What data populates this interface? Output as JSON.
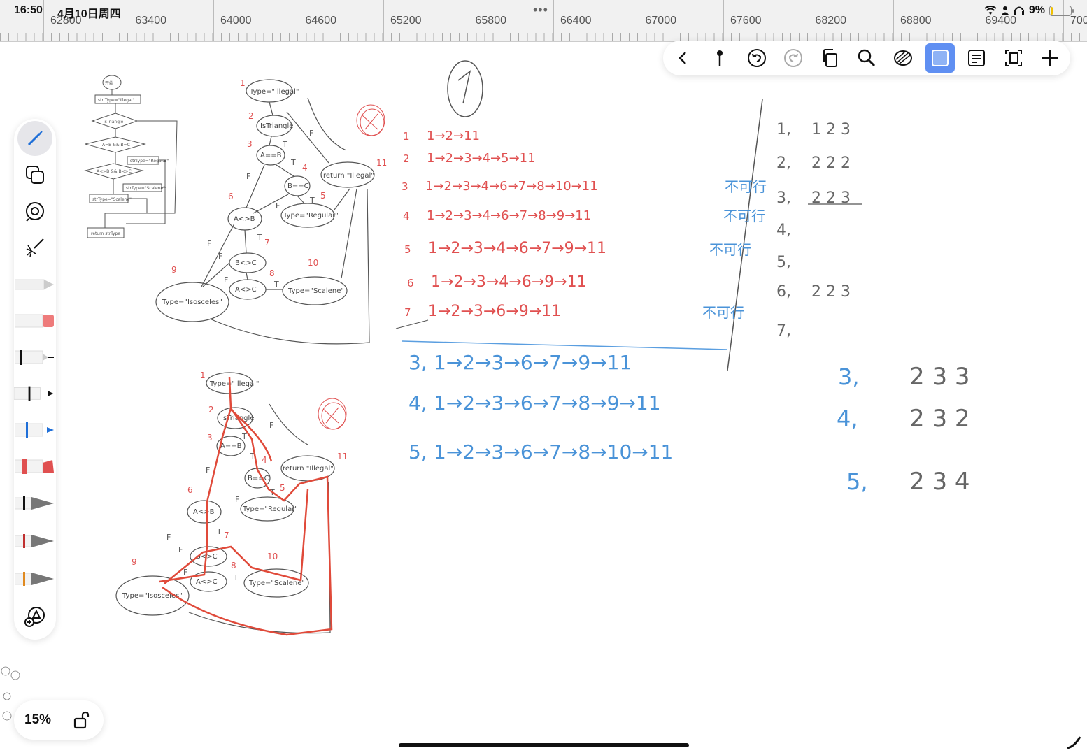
{
  "status": {
    "time": "16:50",
    "date": "4月10日周四",
    "battery": "9%",
    "battery_fraction": 0.09
  },
  "ruler": {
    "labels": [
      "62800",
      "63400",
      "64000",
      "64600",
      "65200",
      "65800",
      "66400",
      "67000",
      "67600",
      "68200",
      "68800",
      "69400",
      "700"
    ]
  },
  "toolbar": {
    "items": [
      "back-icon",
      "pin-icon",
      "undo-icon",
      "redo-icon",
      "pages-icon",
      "search-icon",
      "lasso-icon",
      "color-icon",
      "page-list-icon",
      "export-icon",
      "add-icon"
    ],
    "accent": "#5f8ff2"
  },
  "left_tools": [
    "pen-icon",
    "shapes-icon",
    "eraser-icon",
    "laser-icon",
    "pencil-white",
    "marker-pink",
    "pen-black-thin",
    "pen-black",
    "pen-blue",
    "marker-red",
    "fountain-pen-black",
    "fountain-pen-red",
    "fountain-pen-orange",
    "add-tool-icon"
  ],
  "zoom": {
    "label": "15%"
  },
  "notes": {
    "circle_number": "1",
    "flow_labels": {
      "type_illegal": "Type=\"Illegal\"",
      "is_triangle": "IsTriangle",
      "a_eq_b": "A==B",
      "b_eq_c": "B==C",
      "return_illegal": "return \"Illegal\"",
      "type_regular": "Type=\"Regular\"",
      "a_ne_b": "A<>B",
      "b_ne_c": "B<>C",
      "a_ne_c": "A<>C",
      "type_isosceles": "Type=\"Isosceles\"",
      "type_scalene": "Type=\"Scalene\""
    },
    "red_paths": [
      {
        "n": "1",
        "path": "1→2→11"
      },
      {
        "n": "2",
        "path": "1→2→3→4→5→11"
      },
      {
        "n": "3",
        "path": "1→2→3→4→6→7→8→10→11",
        "note": "不可行"
      },
      {
        "n": "4",
        "path": "1→2→3→4→6→7→8→9→11",
        "note": "不可行"
      },
      {
        "n": "5",
        "path": "1→2→3→4→6→7→9→11",
        "note": "不可行"
      },
      {
        "n": "6",
        "path": "1→2→3→4→6→9→11"
      },
      {
        "n": "7",
        "path": "1→2→3→6→9→11",
        "note": "不可行"
      }
    ],
    "blue_paths": [
      {
        "n": "3,",
        "path": "1→2→3→6→7→9→11"
      },
      {
        "n": "4,",
        "path": "1→2→3→6→7→8→9→11"
      },
      {
        "n": "5,",
        "path": "1→2→3→6→7→8→10→11"
      }
    ],
    "test_cases": [
      {
        "n": "1,",
        "v": "1 2 3"
      },
      {
        "n": "2,",
        "v": "2 2 2"
      },
      {
        "n": "3,",
        "v": "2 2 3"
      },
      {
        "n": "4,",
        "v": ""
      },
      {
        "n": "5,",
        "v": ""
      },
      {
        "n": "6,",
        "v": "2 2 3"
      },
      {
        "n": "7,",
        "v": ""
      }
    ],
    "blue_cases": [
      {
        "n": "3,",
        "v": "2 3 3"
      },
      {
        "n": "4,",
        "v": "2 3 2"
      },
      {
        "n": "5,",
        "v": "2 3 4"
      }
    ]
  }
}
